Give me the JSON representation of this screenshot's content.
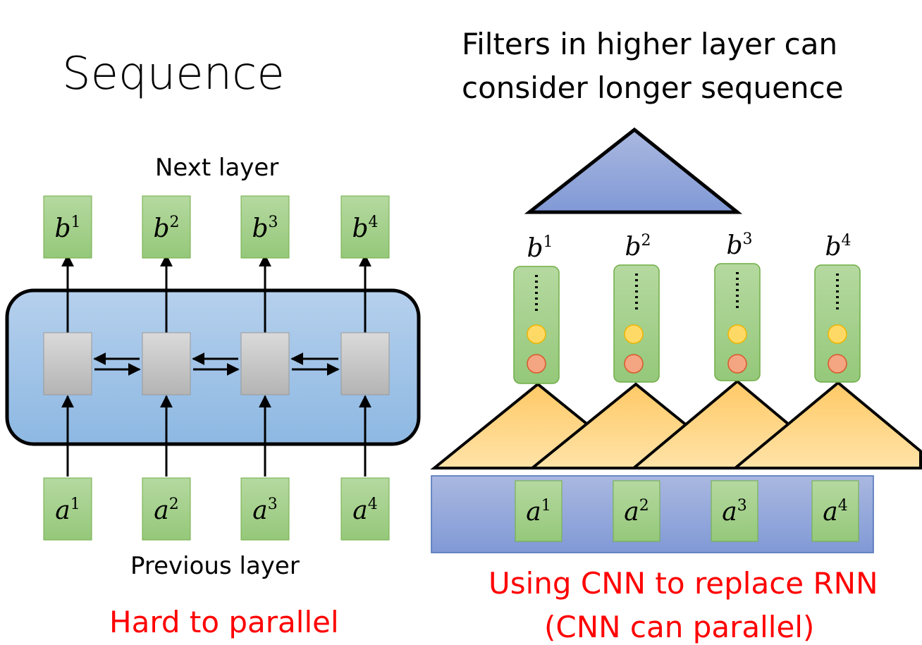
{
  "left_panel": {
    "title": "Sequence",
    "next_layer_label": "Next layer",
    "previous_layer_label": "Previous layer",
    "caption": "Hard to parallel",
    "outputs": [
      {
        "base": "b",
        "sup": "1"
      },
      {
        "base": "b",
        "sup": "2"
      },
      {
        "base": "b",
        "sup": "3"
      },
      {
        "base": "b",
        "sup": "4"
      }
    ],
    "inputs": [
      {
        "base": "a",
        "sup": "1"
      },
      {
        "base": "a",
        "sup": "2"
      },
      {
        "base": "a",
        "sup": "3"
      },
      {
        "base": "a",
        "sup": "4"
      }
    ]
  },
  "right_panel": {
    "heading_line1": "Filters in higher layer can",
    "heading_line2": "consider longer sequence",
    "caption_line1": "Using CNN to replace RNN",
    "caption_line2": "(CNN can parallel)",
    "outputs": [
      {
        "base": "b",
        "sup": "1"
      },
      {
        "base": "b",
        "sup": "2"
      },
      {
        "base": "b",
        "sup": "3"
      },
      {
        "base": "b",
        "sup": "4"
      }
    ],
    "inputs": [
      {
        "base": "a",
        "sup": "1"
      },
      {
        "base": "a",
        "sup": "2"
      },
      {
        "base": "a",
        "sup": "3"
      },
      {
        "base": "a",
        "sup": "4"
      }
    ]
  },
  "colors": {
    "green_box": "#a9d18e",
    "green_border": "#70ad47",
    "rnn_block": "#9dc3e6",
    "cell_gray": "#c8c8c8",
    "filter_orange": "#ffd58a",
    "filter_top": "#8faadc",
    "yellow_dot": "#ffd966",
    "red_dot": "#f4a582",
    "caption_red": "#ff0000"
  }
}
